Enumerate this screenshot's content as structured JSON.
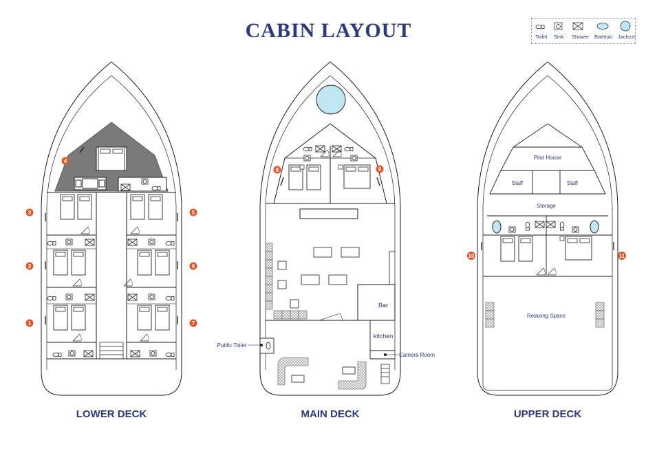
{
  "title": "CABIN LAYOUT",
  "legend": {
    "items": [
      {
        "label": "Toilet",
        "icon": "toilet-icon"
      },
      {
        "label": "Sink",
        "icon": "sink-icon"
      },
      {
        "label": "Shower",
        "icon": "shower-icon"
      },
      {
        "label": "Bathtub",
        "icon": "bathtub-icon"
      },
      {
        "label": "Jachzzi",
        "icon": "jacuzzi-icon"
      }
    ]
  },
  "decks": {
    "lower": {
      "label": "LOWER DECK"
    },
    "main": {
      "label": "MAIN DECK",
      "rooms": {
        "bar": "Bar",
        "kitchen": "kitchen",
        "public_toilet": "Public Toilet",
        "camera_room": "Camera Room"
      }
    },
    "upper": {
      "label": "UPPER DECK",
      "rooms": {
        "pilot_house": "Pilot House",
        "staff_left": "Staff",
        "staff_right": "Staff",
        "storage": "Storage",
        "relaxing_space": "Relaxing Space"
      }
    }
  },
  "cabin_numbers": [
    "1",
    "2",
    "3",
    "4",
    "5",
    "6",
    "7",
    "8",
    "9",
    "10",
    "11"
  ],
  "colors": {
    "accent": "#2b3a7a",
    "badge": "#e0552a",
    "line": "#1a1a1a",
    "shade": "#7a7a7a",
    "water": "#bfe6f2"
  }
}
